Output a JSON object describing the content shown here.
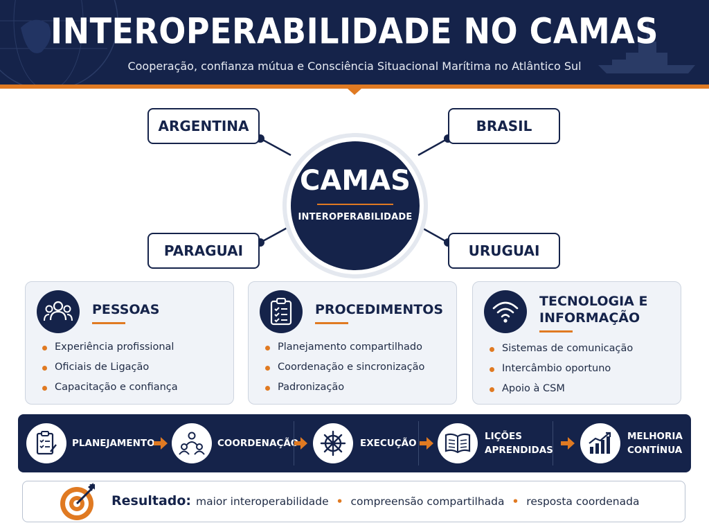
{
  "header": {
    "title": "INTEROPERABILIDADE NO CAMAS",
    "subtitle": "Cooperação, confianza mútua e Consciência Situacional Marítima no Atlântico Sul"
  },
  "hub": {
    "title": "CAMAS",
    "subtitle": "INTEROPERABILIDADE",
    "countries": [
      "ARGENTINA",
      "BRASIL",
      "PARAGUAI",
      "URUGUAI"
    ]
  },
  "pillars": [
    {
      "title": "PESSOAS",
      "icon": "people-icon",
      "items": [
        "Experiência profissional",
        "Oficiais de Ligação",
        "Capacitação e confiança"
      ]
    },
    {
      "title": "PROCEDIMENTOS",
      "icon": "clipboard-icon",
      "items": [
        "Planejamento compartilhado",
        "Coordenação e sincronização",
        "Padronização"
      ]
    },
    {
      "title_line1": "TECNOLOGIA E",
      "title_line2": "INFORMAÇÃO",
      "icon": "wifi-icon",
      "items": [
        "Sistemas de comunicação",
        "Intercâmbio oportuno",
        "Apoio à CSM"
      ]
    }
  ],
  "process": [
    {
      "label": "PLANEJAMENTO",
      "icon": "checklist-icon"
    },
    {
      "label": "COORDENAÇÃO",
      "icon": "team-icon"
    },
    {
      "label": "EXECUÇÃO",
      "icon": "ship-wheel-icon"
    },
    {
      "label_line1": "LIÇÕES",
      "label_line2": "APRENDIDAS",
      "icon": "book-icon"
    },
    {
      "label_line1": "MELHORIA",
      "label_line2": "CONTÍNUA",
      "icon": "growth-chart-icon"
    }
  ],
  "result": {
    "label": "Resultado:",
    "items": [
      "maior  interoperabilidade",
      "compreensão compartilhada",
      "resposta coordenada"
    ],
    "separator": "•"
  },
  "colors": {
    "navy": "#15234a",
    "orange": "#e07a22",
    "panel": "#f0f3f8"
  }
}
